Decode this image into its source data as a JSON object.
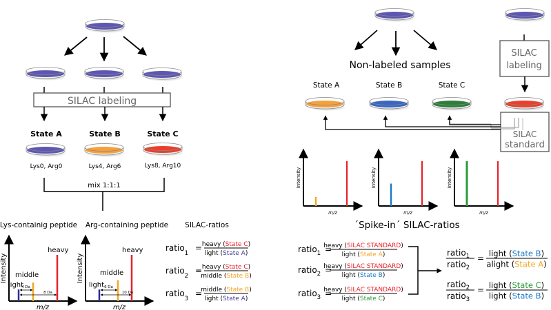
{
  "colors": {
    "dish_purple": "#5d57b2",
    "dish_orange": "#f4a03c",
    "dish_red": "#e8402c",
    "dish_blue": "#3a66c2",
    "dish_green": "#2e7d3a",
    "peak_light": "#2b2a9a",
    "peak_middle": "#f5a623",
    "peak_heavy": "#e8202a",
    "peak_blue": "#1f78c8",
    "peak_green": "#2a9a3a",
    "text_red": "#e8202a",
    "text_orange": "#f5a623",
    "text_purple": "#3a3aa0",
    "text_blue": "#1f78c8",
    "text_green": "#2a9a3a",
    "box_border": "#555555",
    "box_text": "#666666"
  },
  "left": {
    "labeling_box": "SILAC labeling",
    "states": [
      {
        "label": "State A",
        "composition": "Lys0, Arg0",
        "color_key": "dish_purple"
      },
      {
        "label": "State B",
        "composition": "Lys4, Arg6",
        "color_key": "dish_orange"
      },
      {
        "label": "State C",
        "composition": "Lys8, Arg10",
        "color_key": "dish_red"
      }
    ],
    "mix_label": "mix 1:1:1",
    "spectra": [
      {
        "title": "Lys-containig peptide",
        "ylabel": "Intensity",
        "xlabel": "m/z",
        "peaks": [
          {
            "label": "light",
            "intensity": 0.25,
            "color_key": "peak_light"
          },
          {
            "label": "middle",
            "intensity": 0.4,
            "color_key": "peak_middle"
          },
          {
            "label": "heavy",
            "intensity": 1.0,
            "color_key": "peak_heavy"
          }
        ],
        "shift_labels": [
          "4 Da",
          "8 Da"
        ]
      },
      {
        "title": "Arg-containing peptide",
        "ylabel": "Intensity",
        "xlabel": "m/z",
        "peaks": [
          {
            "label": "light",
            "intensity": 0.25,
            "color_key": "peak_light"
          },
          {
            "label": "middle",
            "intensity": 0.45,
            "color_key": "peak_middle"
          },
          {
            "label": "heavy",
            "intensity": 1.0,
            "color_key": "peak_heavy"
          }
        ],
        "shift_labels": [
          "6 Da",
          "10 Da"
        ]
      }
    ],
    "ratios_title": "SILAC-ratios",
    "ratios": [
      {
        "name": "ratio",
        "sub": "1",
        "num_word": "heavy",
        "num_state": "State C",
        "num_color": "text_red",
        "den_word": "light",
        "den_state": "State A",
        "den_color": "text_purple"
      },
      {
        "name": "ratio",
        "sub": "2",
        "num_word": "heavy",
        "num_state": "State C",
        "num_color": "text_red",
        "den_word": "middle",
        "den_state": "State B",
        "den_color": "text_orange"
      },
      {
        "name": "ratio",
        "sub": "3",
        "num_word": "middle",
        "num_state": "State B",
        "num_color": "text_orange",
        "den_word": "light",
        "den_state": "State A",
        "den_color": "text_purple"
      }
    ]
  },
  "right": {
    "nonlabeled_label": "Non-labeled samples",
    "labeling_box": [
      "SILAC",
      "labeling"
    ],
    "standard_box": [
      "SILAC",
      "standard"
    ],
    "states": [
      {
        "label": "State A",
        "color_key": "dish_orange"
      },
      {
        "label": "State B",
        "color_key": "dish_blue"
      },
      {
        "label": "State C",
        "color_key": "dish_green"
      }
    ],
    "spectra": [
      {
        "ylabel": "Intensity",
        "xlabel": "m/z",
        "light_intensity": 0.2,
        "light_color": "peak_middle",
        "heavy_intensity": 1.0
      },
      {
        "ylabel": "Intensity",
        "xlabel": "m/z",
        "light_intensity": 0.5,
        "light_color": "peak_blue",
        "heavy_intensity": 1.0
      },
      {
        "ylabel": "Intensity",
        "xlabel": "m/z",
        "light_intensity": 1.0,
        "light_color": "peak_green",
        "heavy_intensity": 1.0
      }
    ],
    "ratios_title": "´Spike-in´ SILAC-ratios",
    "ratios": [
      {
        "name": "ratio",
        "sub": "1",
        "num_word": "heavy",
        "num_state": "SILAC STANDARD",
        "num_color": "text_red",
        "den_word": "light",
        "den_state": "State A",
        "den_color": "text_orange"
      },
      {
        "name": "ratio",
        "sub": "2",
        "num_word": "heavy",
        "num_state": "SILAC STANDARD",
        "num_color": "text_red",
        "den_word": "light",
        "den_state": "State B",
        "den_color": "text_blue"
      },
      {
        "name": "ratio",
        "sub": "3",
        "num_word": "heavy",
        "num_state": "SILAC STANDARD",
        "num_color": "text_red",
        "den_word": "light",
        "den_state": "State C",
        "den_color": "text_green"
      }
    ],
    "derived": [
      {
        "num": "ratio",
        "num_sub": "1",
        "den": "ratio",
        "den_sub": "2",
        "rhs_num_word": "light",
        "rhs_num_state": "State B",
        "rhs_num_color": "text_blue",
        "rhs_den_word": "alight",
        "rhs_den_state": "State A",
        "rhs_den_color": "text_orange"
      },
      {
        "num": "ratio",
        "num_sub": "2",
        "den": "ratio",
        "den_sub": "3",
        "rhs_num_word": "light",
        "rhs_num_state": "State C",
        "rhs_num_color": "text_green",
        "rhs_den_word": "light",
        "rhs_den_state": "State B",
        "rhs_den_color": "text_blue"
      }
    ]
  }
}
